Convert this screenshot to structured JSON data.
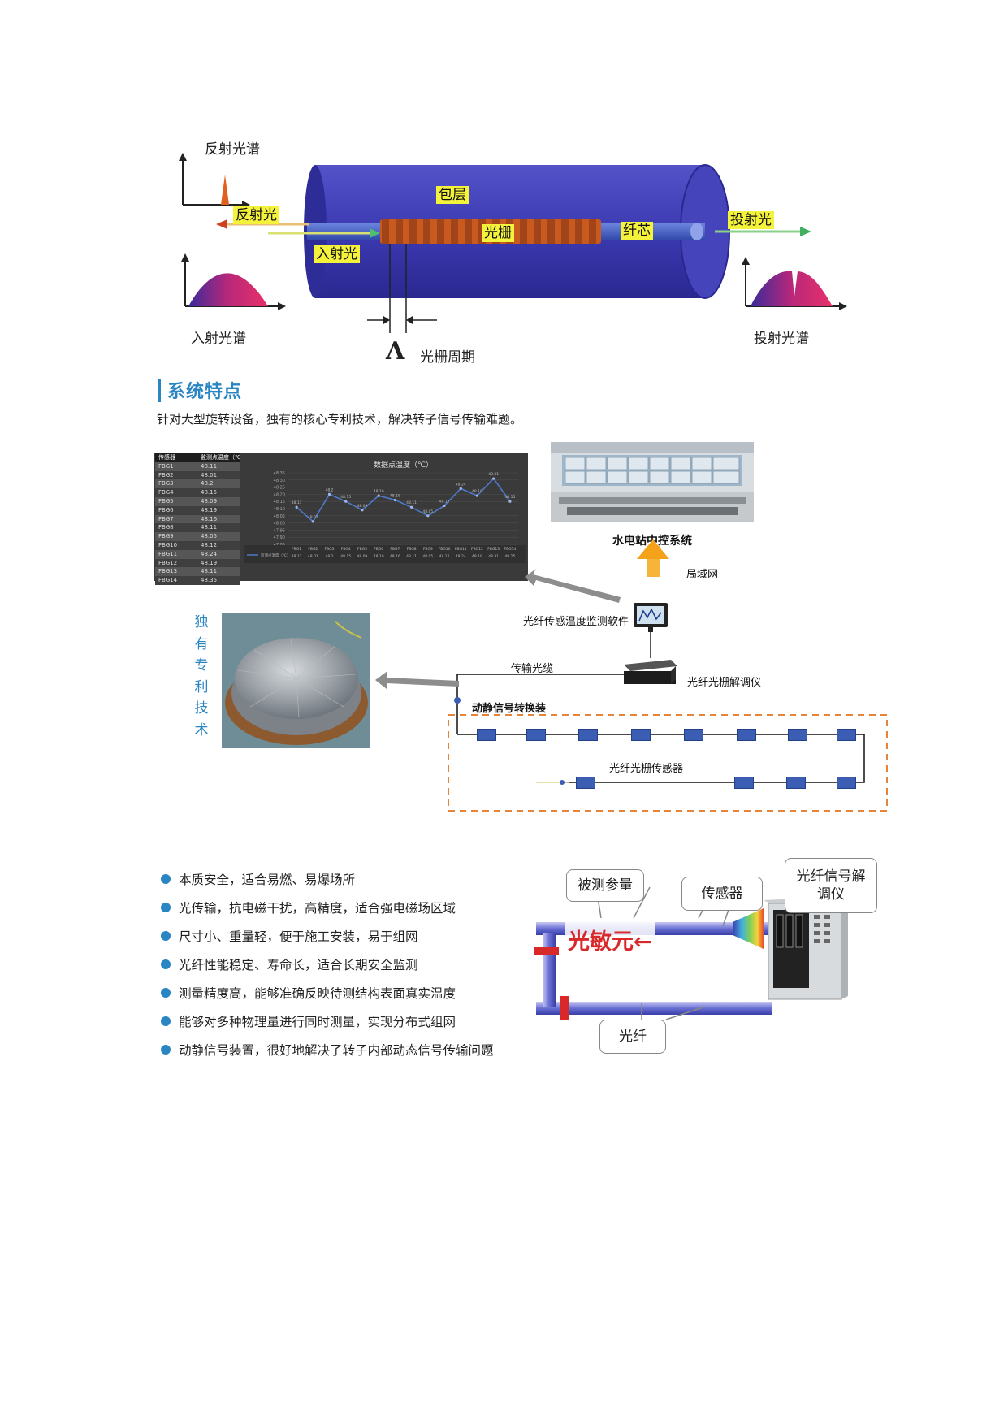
{
  "diagram": {
    "labels": {
      "reflected_spectrum": "反射光谱",
      "reflected_light": "反射光",
      "incident_light": "入射光",
      "cladding": "包层",
      "grating": "光栅",
      "core": "纤芯",
      "transmitted_light": "投射光",
      "incident_spectrum": "入射光谱",
      "transmitted_spectrum": "投射光谱",
      "lambda": "Λ",
      "grating_period": "光栅周期"
    },
    "colors": {
      "cylinder": "#3c3ab2",
      "grating": "#c85a20",
      "highlight": "#f4f23a"
    }
  },
  "section": {
    "title": "系统特点",
    "intro": "针对大型旋转设备，独有的核心专利技术，解决转子信号传输难题。"
  },
  "monitor": {
    "table_header": [
      "传感器",
      "监测点温度（℃）"
    ],
    "rows": [
      [
        "FBG1",
        "48.11"
      ],
      [
        "FBG2",
        "48.01"
      ],
      [
        "FBG3",
        "48.2"
      ],
      [
        "FBG4",
        "48.15"
      ],
      [
        "FBG5",
        "48.09"
      ],
      [
        "FBG6",
        "48.19"
      ],
      [
        "FBG7",
        "48.16"
      ],
      [
        "FBG8",
        "48.11"
      ],
      [
        "FBG9",
        "48.05"
      ],
      [
        "FBG10",
        "48.12"
      ],
      [
        "FBG11",
        "48.24"
      ],
      [
        "FBG12",
        "48.19"
      ],
      [
        "FBG13",
        "48.11"
      ],
      [
        "FBG14",
        "48.35"
      ]
    ]
  },
  "chart_data": {
    "type": "line",
    "title": "数据点温度（℃）",
    "categories": [
      "FBG1",
      "FBG2",
      "FBG3",
      "FBG4",
      "FBG5",
      "FBG6",
      "FBG7",
      "FBG8",
      "FBG9",
      "FBG10",
      "FBG11",
      "FBG12",
      "FBG13",
      "FBG14"
    ],
    "series": [
      {
        "name": "监测点温度（℃）",
        "values": [
          48.11,
          48.01,
          48.2,
          48.15,
          48.09,
          48.19,
          48.16,
          48.11,
          48.05,
          48.12,
          48.24,
          48.19,
          48.31,
          48.15
        ]
      }
    ],
    "ylim": [
      47.85,
      48.35
    ],
    "grid": true,
    "colors": {
      "line": "#4e78c9",
      "background": "#3a3a3a"
    }
  },
  "system": {
    "control_center": "水电站中控系统",
    "lan": "局域网",
    "software": "光纤传感温度监测软件",
    "transmission_cable": "传输光缆",
    "demodulator": "光纤光栅解调仪",
    "converter": "动静信号转换装",
    "sensor": "光纤光栅传感器",
    "patent_vertical": [
      "独",
      "有",
      "专",
      "利",
      "技",
      "术"
    ]
  },
  "features": [
    "本质安全，适合易燃、易爆场所",
    "光传输，抗电磁干扰，高精度，适合强电磁场区域",
    "尺寸小、重量轻，便于施工安装，易于组网",
    "光纤性能稳定、寿命长，适合长期安全监测",
    "测量精度高，能够准确反映待测结构表面真实温度",
    "能够对多种物理量进行同时测量，实现分布式组网",
    "动静信号装置，很好地解决了转子内部动态信号传输问题"
  ],
  "principle": {
    "measurand": "被测参量",
    "sensor": "传感器",
    "demodulator": "光纤信号解调仪",
    "sensitive_element": "光敏元←",
    "fiber": "光纤"
  }
}
